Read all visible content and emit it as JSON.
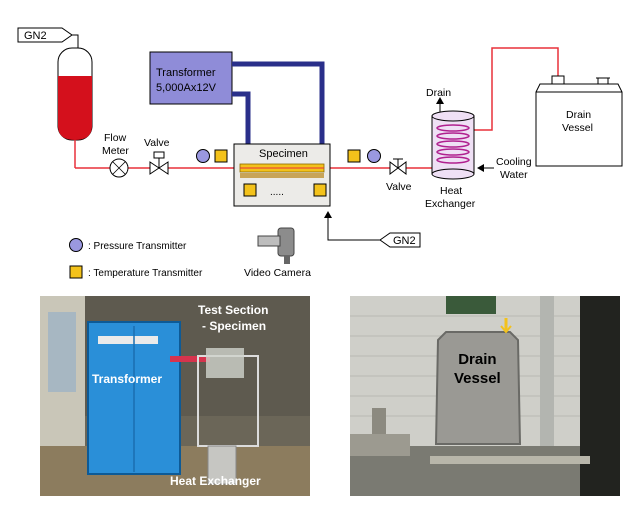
{
  "diagram": {
    "gn2_top": "GN2",
    "gn2_bottom": "GN2",
    "flow_meter": [
      "Flow",
      "Meter"
    ],
    "valve_left": "Valve",
    "valve_right": "Valve",
    "transformer": [
      "Transformer",
      "5,000Ax12V"
    ],
    "specimen": "Specimen",
    "dots": ".....",
    "drain": "Drain",
    "heat_exchanger": [
      "Heat",
      "Exchanger"
    ],
    "cooling_water": [
      "Cooling",
      "Water"
    ],
    "drain_vessel": [
      "Drain",
      "Vessel"
    ],
    "legend_pressure": ": Pressure Transmitter",
    "legend_temperature": ": Temperature Transmitter",
    "video_camera": "Video Camera"
  },
  "photo_left": {
    "test_section": [
      "Test Section",
      "- Specimen"
    ],
    "transformer": "Transformer",
    "heat_exchanger": "Heat Exchanger"
  },
  "photo_right": {
    "drain_vessel": [
      "Drain",
      "Vessel"
    ]
  },
  "colors": {
    "pipe": "#e8303a",
    "tank_liquid": "#d4101c",
    "transformer_fill": "#8f8cd8",
    "bus_bar": "#2a2f8a",
    "pressure": "#9a98e0",
    "temperature": "#f3c21b",
    "coil": "#b0208f"
  }
}
